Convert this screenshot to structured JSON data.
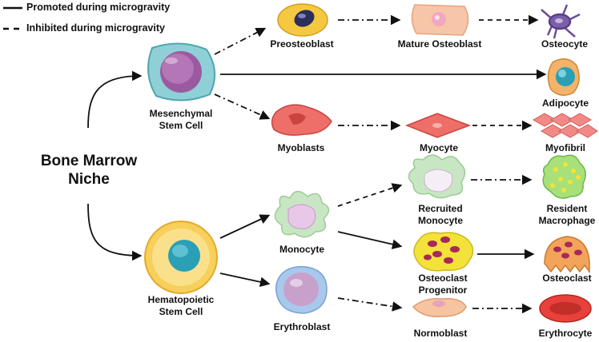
{
  "legend": {
    "promoted": "Promoted during microgravity",
    "inhibited": "Inhibited during microgravity"
  },
  "root": {
    "line1": "Bone Marrow",
    "line2": "Niche"
  },
  "cells": {
    "msc": {
      "line1": "Mesenchymal",
      "line2": "Stem Cell"
    },
    "hsc": {
      "line1": "Hematopoietic",
      "line2": "Stem Cell"
    },
    "preosteoblast": "Preosteoblast",
    "mature_osteoblast": "Mature Osteoblast",
    "osteocyte": "Osteocyte",
    "adipocyte": "Adipocyte",
    "myoblasts": "Myoblasts",
    "myocyte": "Myocyte",
    "myofibril": "Myofibril",
    "monocyte": "Monocyte",
    "recruited_monocyte": {
      "line1": "Recruited",
      "line2": "Monocyte"
    },
    "resident_macrophage": {
      "line1": "Resident",
      "line2": "Macrophage"
    },
    "osteoclast_progenitor": {
      "line1": "Osteoclast",
      "line2": "Progenitor"
    },
    "osteoclast": "Osteoclast",
    "erythroblast": "Erythroblast",
    "normoblast": "Normoblast",
    "erythrocyte": "Erythrocyte"
  },
  "colors": {
    "msc": "#8fd0d6",
    "hsc": "#f7cf5b",
    "preosteoblast": "#f5c842",
    "osteoblast": "#f7c6a8",
    "osteocyte": "#7b5fa8",
    "adipocyte": "#f3b46a",
    "muscle": "#ee6f6a",
    "monocyte": "#c8e6c3",
    "macrophage": "#a8e07a",
    "osteoclast_progenitor": "#f3e23a",
    "osteoclast": "#f2a45a",
    "erythroblast": "#a8c8ec",
    "normoblast": "#f6c4a0",
    "erythrocyte": "#e8403a"
  }
}
